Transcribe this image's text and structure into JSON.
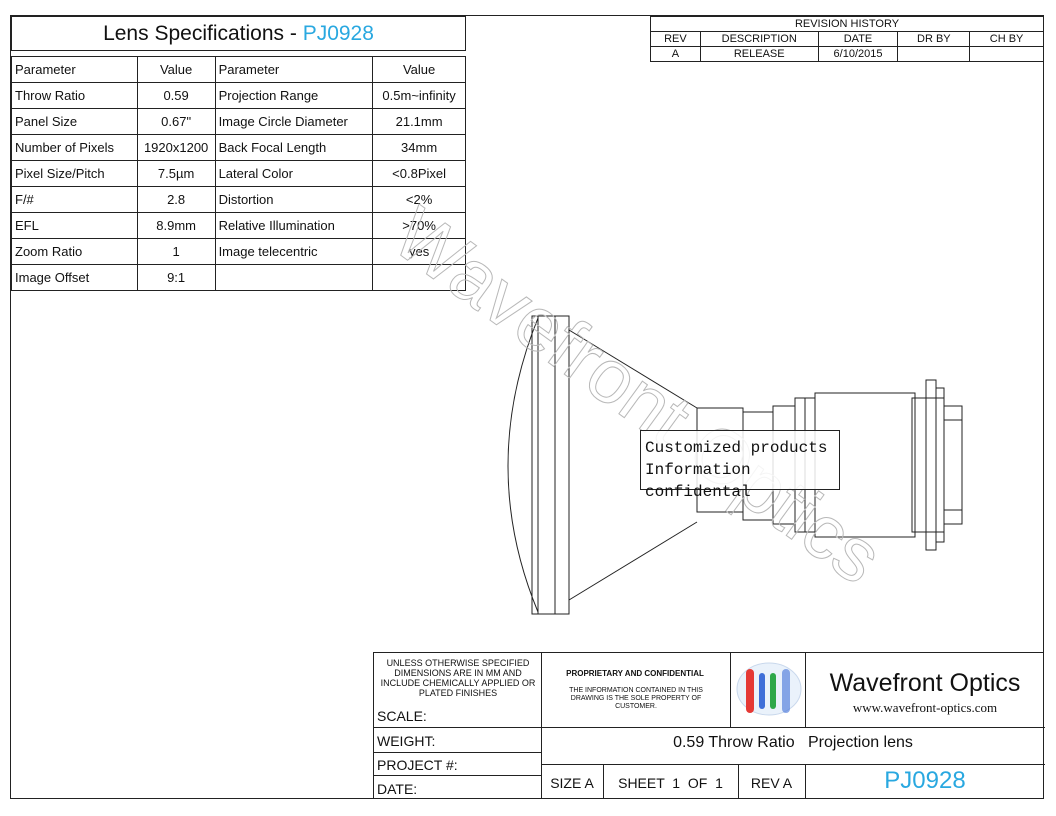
{
  "spec_table": {
    "title": "Lens Specifications - ",
    "model": "PJ0928",
    "headers": [
      "Parameter",
      "Value",
      "Parameter",
      "Value"
    ],
    "rows": [
      [
        "Throw Ratio",
        "0.59",
        "Projection Range",
        "0.5m~infinity"
      ],
      [
        "Panel Size",
        "0.67\"",
        "Image Circle Diameter",
        "21.1mm"
      ],
      [
        "Number of Pixels",
        "1920x1200",
        "Back Focal Length",
        "34mm"
      ],
      [
        "Pixel Size/Pitch",
        "7.5µm",
        "Lateral Color",
        "<0.8Pixel"
      ],
      [
        "F/#",
        "2.8",
        "Distortion",
        "<2%"
      ],
      [
        "EFL",
        "8.9mm",
        "Relative Illumination",
        ">70%"
      ],
      [
        "Zoom Ratio",
        "1",
        "Image telecentric",
        "yes"
      ],
      [
        "Image Offset",
        "9:1",
        "",
        ""
      ]
    ]
  },
  "revision_history": {
    "title": "REVISION HISTORY",
    "headers": [
      "REV",
      "DESCRIPTION",
      "DATE",
      "DR BY",
      "CH BY"
    ],
    "rows": [
      [
        "A",
        "RELEASE",
        "6/10/2015",
        "",
        ""
      ]
    ]
  },
  "drawing": {
    "watermark": "Wavefront Optics",
    "notice_line1": "Customized products",
    "notice_line2": "Information confidental"
  },
  "title_block": {
    "tolerance_note": "UNLESS OTHERWISE SPECIFIED DIMENSIONS ARE IN MM AND INCLUDE CHEMICALLY APPLIED OR PLATED FINISHES",
    "scale_label": "SCALE:",
    "weight_label": "WEIGHT:",
    "project_label": "PROJECT #:",
    "date_label": "DATE:",
    "proprietary_title": "PROPRIETARY AND CONFIDENTIAL",
    "proprietary_text": "THE INFORMATION CONTAINED IN THIS DRAWING IS THE SOLE PROPERTY OF CUSTOMER.",
    "company_name": "Wavefront Optics",
    "company_url": "www.wavefront-optics.com",
    "description": "0.59 Throw Ratio   Projection lens",
    "size": "SIZE A",
    "sheet": "SHEET  1  OF  1",
    "rev": "REV A",
    "part_number": "PJ0928"
  },
  "colors": {
    "accent": "#29a8e0",
    "logo_red": "#e53935",
    "logo_blue": "#3f6fd8",
    "logo_green": "#2ea84a"
  }
}
